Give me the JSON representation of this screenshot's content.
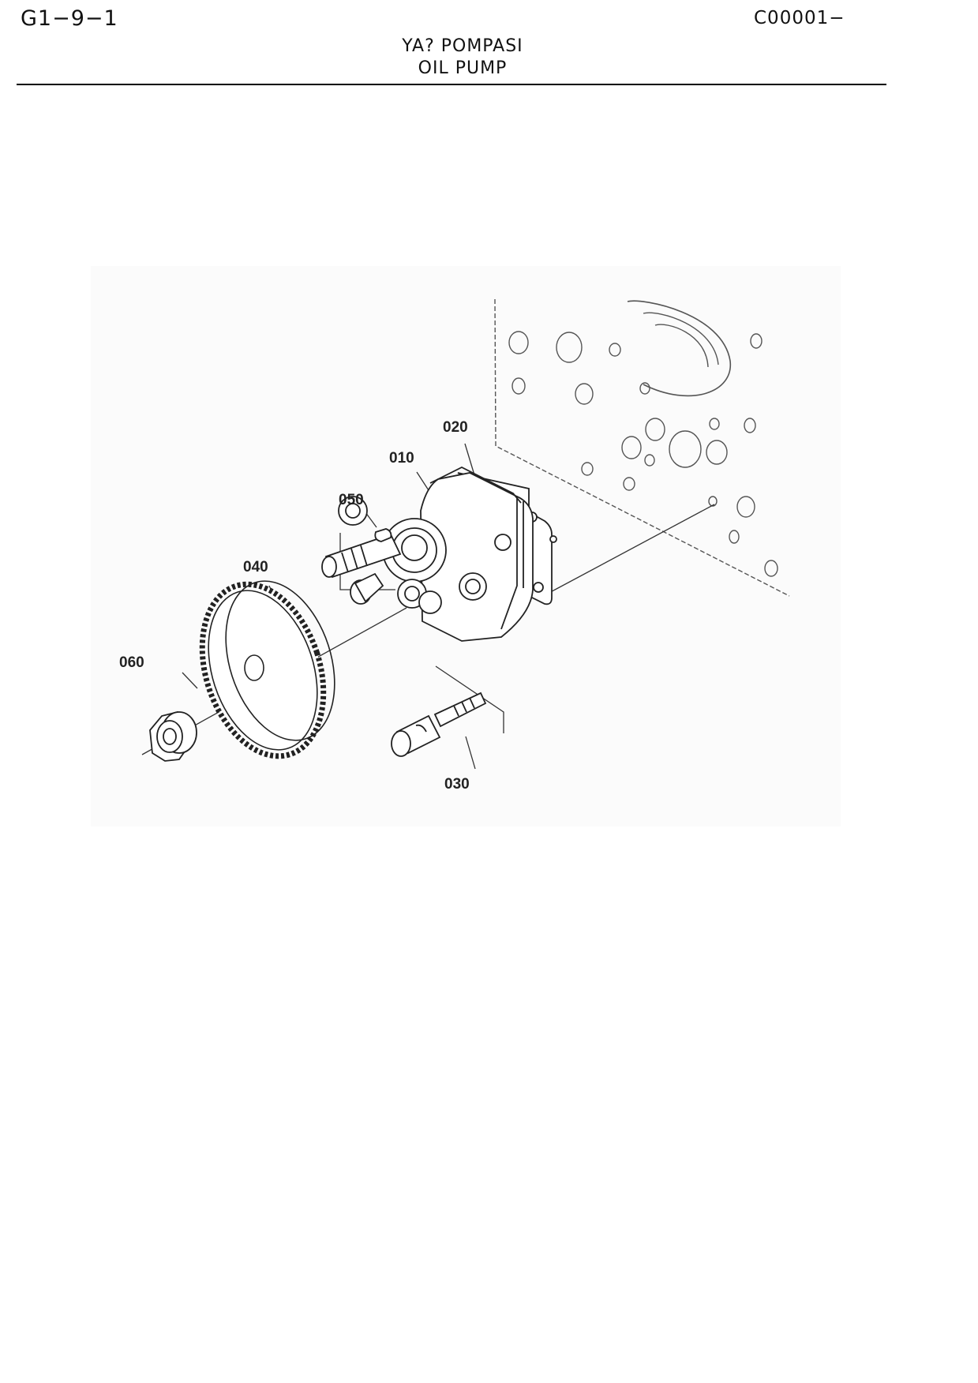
{
  "header": {
    "page_code": "G1−9−1",
    "catalog_code": "C00001−",
    "title_tr": "YA? POMPASI",
    "title_en": "OIL PUMP"
  },
  "callouts": [
    "020",
    "010",
    "050",
    "040",
    "060",
    "030"
  ]
}
